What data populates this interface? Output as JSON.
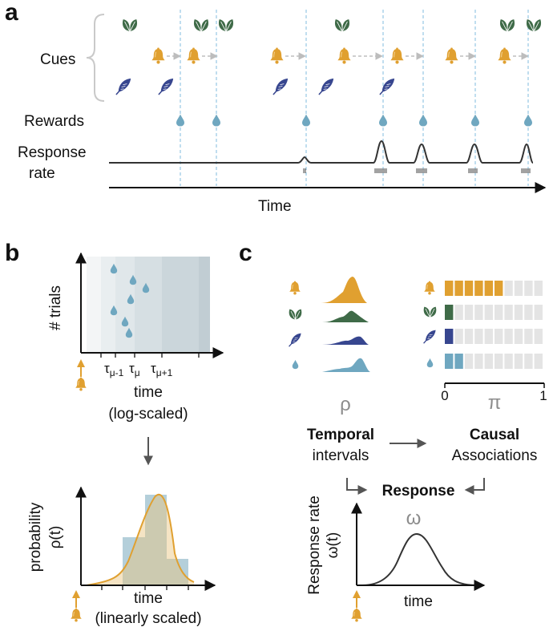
{
  "colors": {
    "leaf": "#3f6b48",
    "bell": "#e0a030",
    "feather": "#37468f",
    "drop": "#6fa7c0",
    "axis": "#111111",
    "dashed": "#9fcbe6",
    "arrow_gray": "#bdbdbd",
    "bar_empty": "#e4e4e4",
    "text_gray": "#8c8c8c"
  },
  "icons": [
    "leaf-icon",
    "bell-icon",
    "feather-icon",
    "water-drop-icon"
  ],
  "panel_a": {
    "letter": "a",
    "cues_label": "Cues",
    "rewards_label": "Rewards",
    "response_label_1": "Response",
    "response_label_2": "rate",
    "xlabel": "Time"
  },
  "panel_b": {
    "letter": "b",
    "ylabel_top": "# trials",
    "tau_labels": [
      {
        "base": "τ",
        "sub": "μ-1"
      },
      {
        "base": "τ",
        "sub": "μ"
      },
      {
        "base": "τ",
        "sub": "μ+1"
      }
    ],
    "xlabel_top_1": "time",
    "xlabel_top_2": "(log-scaled)",
    "ylabel_bottom_1": "probability",
    "ylabel_bottom_2": "ρ(t)",
    "xlabel_bottom_1": "time",
    "xlabel_bottom_2": "(linearly scaled)"
  },
  "panel_c": {
    "letter": "c",
    "rho_symbol": "ρ",
    "pi_symbol": "π",
    "omega_symbol": "ω",
    "axis_min": "0",
    "axis_max": "1",
    "causal_fraction": {
      "bell": 0.6,
      "leaf": 0.1,
      "feather": 0.1,
      "drop": 0.2
    },
    "temporal_bold": "Temporal",
    "temporal_sub": "intervals",
    "causal_bold": "Causal",
    "causal_sub": "Associations",
    "response_bold": "Response",
    "ylabel_1": "Response rate",
    "ylabel_2": "ω(t)",
    "xlabel": "time"
  }
}
